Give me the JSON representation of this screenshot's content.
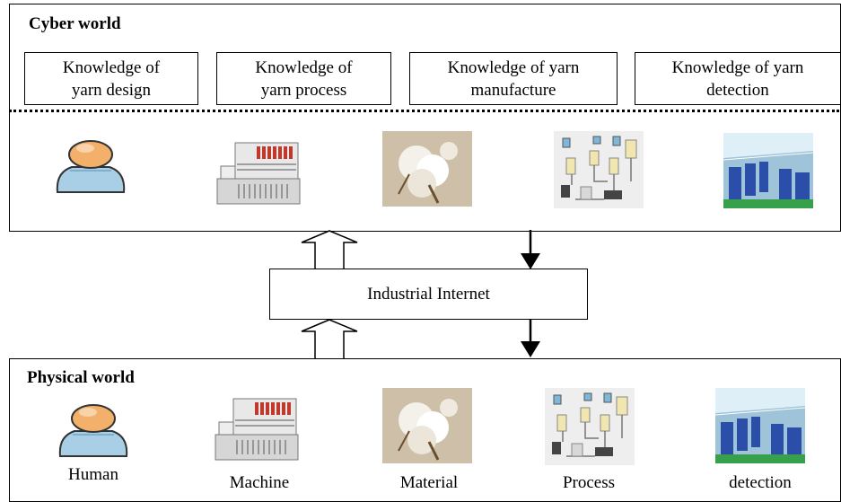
{
  "cyber": {
    "title": "Cyber world",
    "boxes": [
      "Knowledge of\nyarn design",
      "Knowledge of\nyarn process",
      "Knowledge of yarn\nmanufacture",
      "Knowledge of yarn\ndetection"
    ]
  },
  "center": {
    "label": "Industrial Internet"
  },
  "physical": {
    "title": "Physical world",
    "labels": [
      "Human",
      "Machine",
      "Material",
      "Process",
      "detection"
    ]
  }
}
